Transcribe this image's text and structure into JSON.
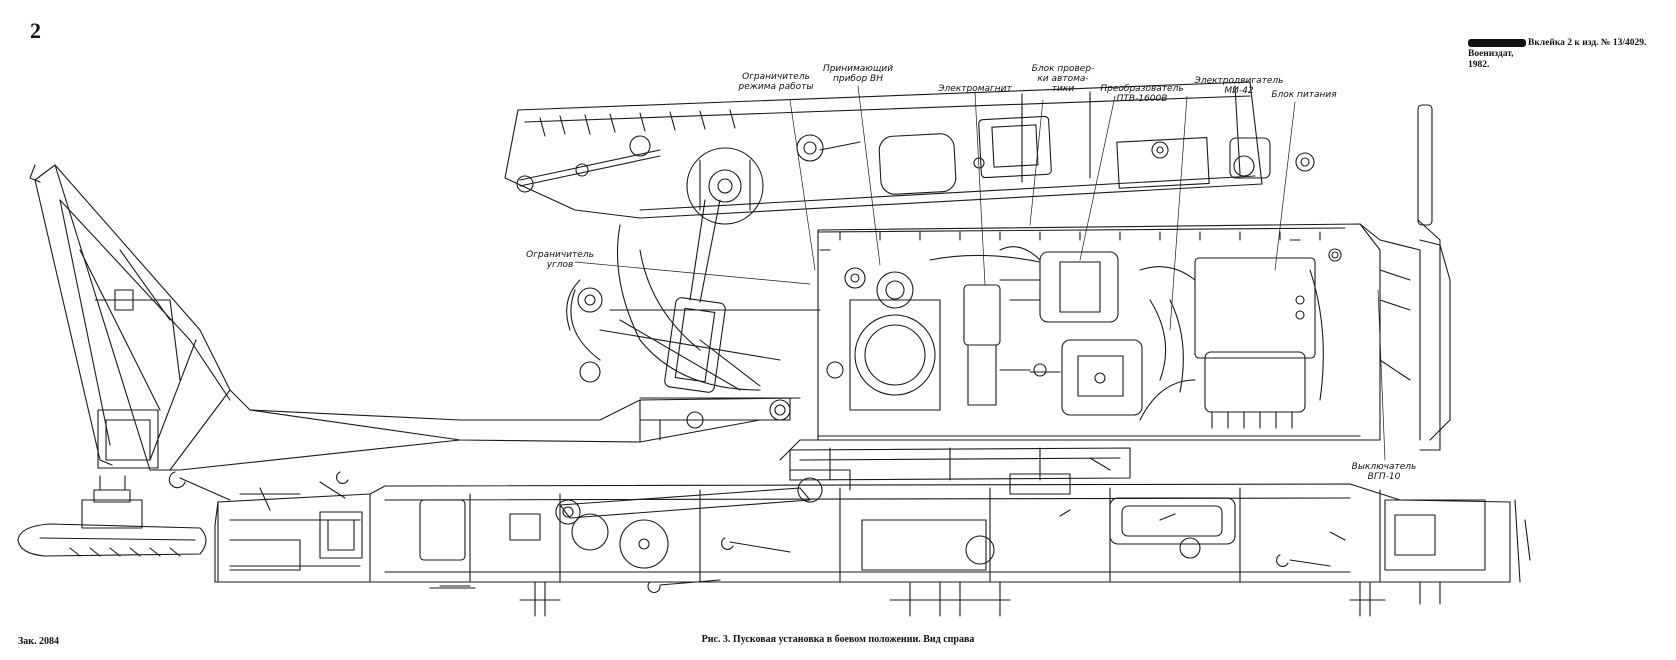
{
  "page_number": "2",
  "insert_note": {
    "line1": "Вклейка 2 к изд. № 13/4029. Воениздат,",
    "line2": "1982."
  },
  "order_number": "Зак. 2084",
  "caption": "Рис. 3. Пусковая установка в боевом положении. Вид справа",
  "labels": {
    "mode_limiter": "Ограничитель\nрежима работы",
    "receiver_vn": "Принимающий\nприбор ВН",
    "electromagnet": "Электромагнит",
    "check_unit": "Блок провер-\nки автома-\nтики",
    "converter": "Преобразователь ПТВ-1600В",
    "electric_motor": "Электродвигатель\nМИ-42",
    "power_unit": "Блок питания",
    "angle_limiter": "Ограничитель\nуглов",
    "switch_vgp": "Выключатель\nВГП-10"
  },
  "colors": {
    "ink": "#1a1a1a",
    "paper": "#ffffff"
  }
}
